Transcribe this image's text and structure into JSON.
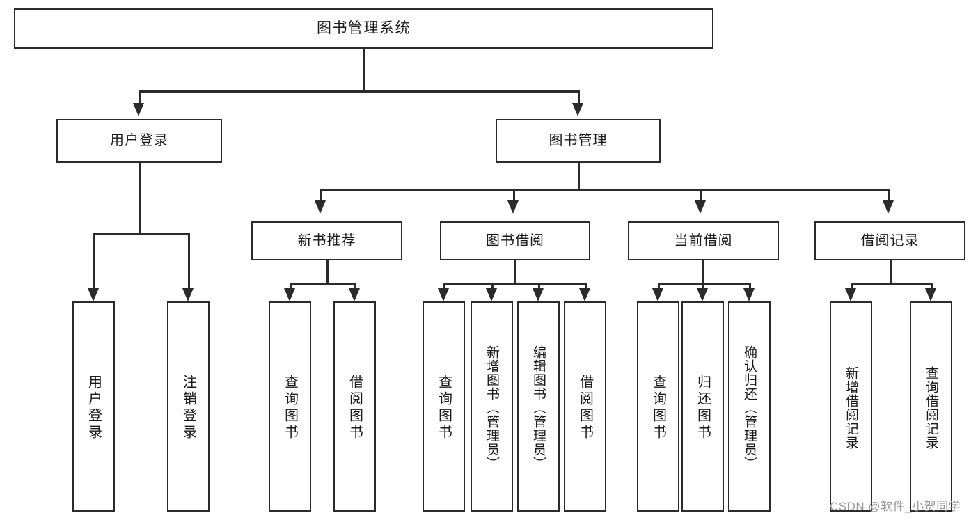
{
  "diagram": {
    "type": "hierarchy-tree",
    "title": "图书管理系统",
    "watermark": "CSDN @软件_小贺同学",
    "colors": {
      "stroke": "#2b2b2b",
      "fill": "#ffffff",
      "text": "#1a1a1a",
      "watermark": "#9a9a9a"
    },
    "nodes": {
      "root": {
        "label": "图书管理系统"
      },
      "level2": [
        {
          "label": "用户登录"
        },
        {
          "label": "图书管理"
        }
      ],
      "level3": [
        {
          "label": "新书推荐"
        },
        {
          "label": "图书借阅"
        },
        {
          "label": "当前借阅"
        },
        {
          "label": "借阅记录"
        }
      ],
      "leaves_user_login": [
        {
          "label": "用户登录"
        },
        {
          "label": "注销登录"
        }
      ],
      "leaves_new_books": [
        {
          "label": "查询图书"
        },
        {
          "label": "借阅图书"
        }
      ],
      "leaves_borrow": [
        {
          "label": "查询图书"
        },
        {
          "label": "新增图书（管理员）"
        },
        {
          "label": "编辑图书（管理员）"
        },
        {
          "label": "借阅图书"
        }
      ],
      "leaves_current": [
        {
          "label": "查询图书"
        },
        {
          "label": "归还图书"
        },
        {
          "label": "确认归还（管理员）"
        }
      ],
      "leaves_records": [
        {
          "label": "新增借阅记录"
        },
        {
          "label": "查询借阅记录"
        }
      ]
    }
  }
}
